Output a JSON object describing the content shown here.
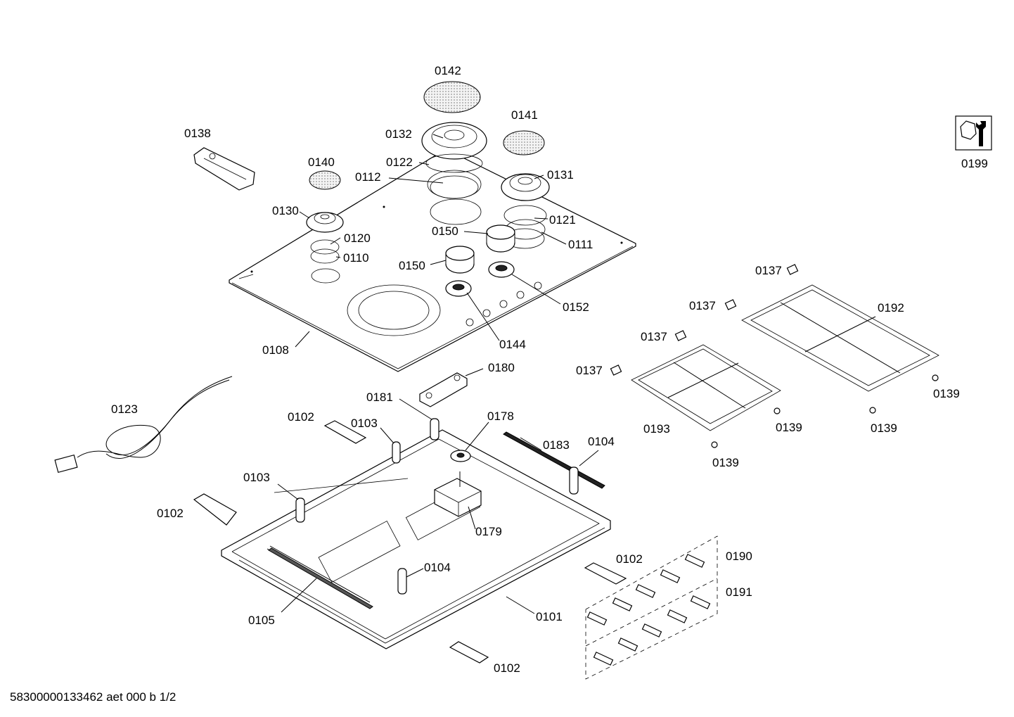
{
  "labels": {
    "p0142": "0142",
    "p0141": "0141",
    "p0132": "0132",
    "p0138": "0138",
    "p0140": "0140",
    "p0122": "0122",
    "p0112": "0112",
    "p0131": "0131",
    "p0130": "0130",
    "p0121": "0121",
    "p0150a": "0150",
    "p0120": "0120",
    "p0111": "0111",
    "p0110": "0110",
    "p0150b": "0150",
    "p0152": "0152",
    "p0144": "0144",
    "p0108": "0108",
    "p0137a": "0137",
    "p0137b": "0137",
    "p0192": "0192",
    "p0137c": "0137",
    "p0137d": "0137",
    "p0180": "0180",
    "p0123": "0123",
    "p0181": "0181",
    "p0178": "0178",
    "p0102a": "0102",
    "p0103a": "0103",
    "p0183": "0183",
    "p0104a": "0104",
    "p0193": "0193",
    "p0139a": "0139",
    "p0139b": "0139",
    "p0139c": "0139",
    "p0139d": "0139",
    "p0103b": "0103",
    "p0102b": "0102",
    "p0179": "0179",
    "p0102c": "0102",
    "p0190": "0190",
    "p0104b": "0104",
    "p0191": "0191",
    "p0105": "0105",
    "p0101": "0101",
    "p0102d": "0102",
    "p0199": "0199"
  },
  "footer": "58300000133462 aet 000 b 1/2",
  "icons": {
    "service_tool": "wrench-nut-icon"
  }
}
